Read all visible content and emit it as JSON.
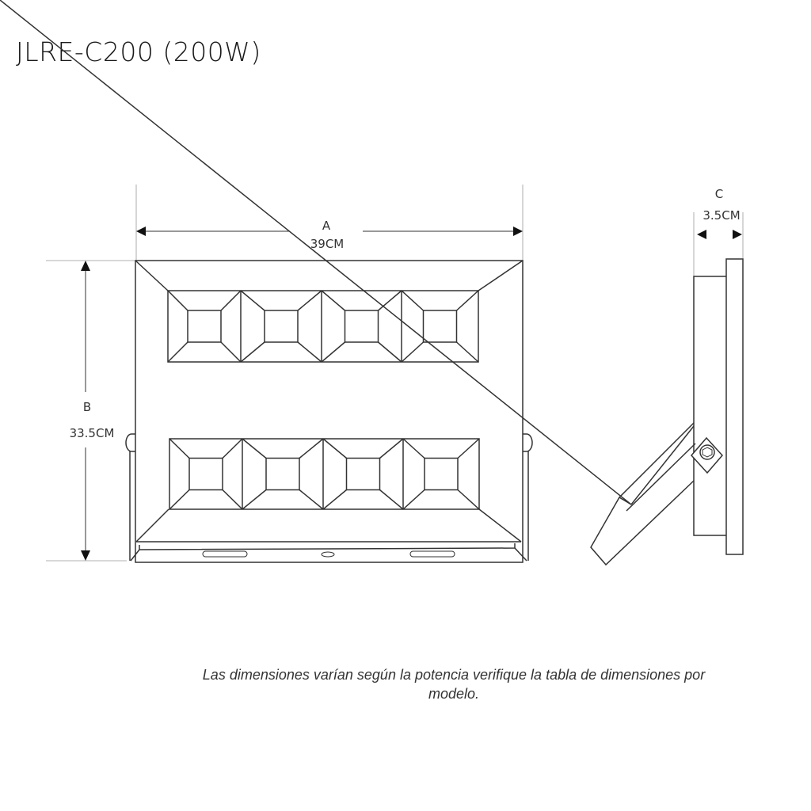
{
  "title": "JLRE-C200 (200W)",
  "dimensions": {
    "a": {
      "letter": "A",
      "value": "39CM"
    },
    "b": {
      "letter": "B",
      "value": "33.5CM"
    },
    "c": {
      "letter": "C",
      "value": "3.5CM"
    }
  },
  "caption": "Las dimensiones varían según la potencia verifique la tabla de dimensiones por modelo."
}
